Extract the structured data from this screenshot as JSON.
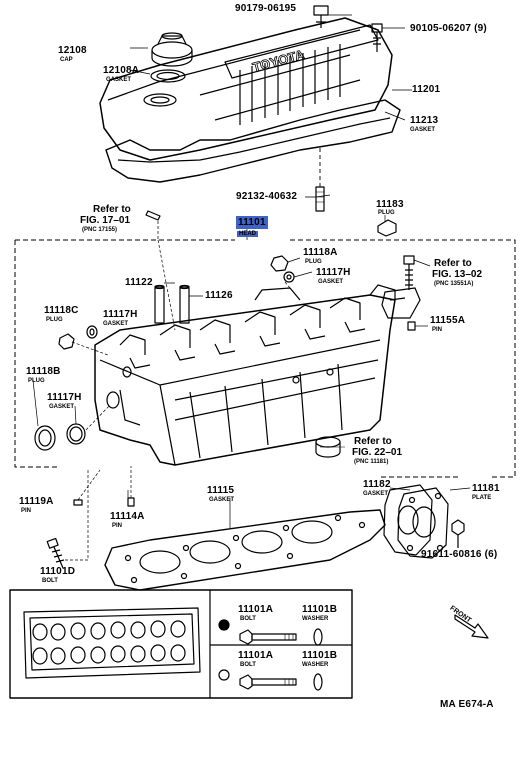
{
  "parts": {
    "p90179": {
      "num": "90179-06195"
    },
    "p90105": {
      "num": "90105-06207",
      "qty": "(9)"
    },
    "p12108": {
      "num": "12108",
      "desc": "CAP"
    },
    "p12108A": {
      "num": "12108A",
      "desc": "GASKET"
    },
    "p11201": {
      "num": "11201"
    },
    "p11213": {
      "num": "11213",
      "desc": "GASKET"
    },
    "p92132": {
      "num": "92132-40632"
    },
    "p11101": {
      "num": "11101",
      "desc": "HEAD"
    },
    "p11183": {
      "num": "11183",
      "desc": "PLUG"
    },
    "p11118A": {
      "num": "11118A",
      "desc": "PLUG"
    },
    "p11117H_top": {
      "num": "11117H",
      "desc": "GASKET"
    },
    "p11122": {
      "num": "11122"
    },
    "p11126": {
      "num": "11126"
    },
    "p11155A": {
      "num": "11155A",
      "desc": "PIN"
    },
    "p11118C": {
      "num": "11118C",
      "desc": "PLUG"
    },
    "p11117H_mid": {
      "num": "11117H",
      "desc": "GASKET"
    },
    "p11118B": {
      "num": "11118B",
      "desc": "PLUG"
    },
    "p11117H_left": {
      "num": "11117H",
      "desc": "GASKET"
    },
    "p11119A": {
      "num": "11119A",
      "desc": "PIN"
    },
    "p11114A": {
      "num": "11114A",
      "desc": "PIN"
    },
    "p11115": {
      "num": "11115",
      "desc": "GASKET"
    },
    "p11182": {
      "num": "11182",
      "desc": "GASKET"
    },
    "p11181": {
      "num": "11181",
      "desc": "PLATE"
    },
    "p91611": {
      "num": "91611-60816",
      "qty": "(6)"
    },
    "p11101D": {
      "num": "11101D",
      "desc": "BOLT"
    },
    "inset_bolt1": {
      "num": "11101A",
      "desc": "BOLT"
    },
    "inset_washer1": {
      "num": "11101B",
      "desc": "WASHER"
    },
    "inset_bolt2": {
      "num": "11101A",
      "desc": "BOLT"
    },
    "inset_washer2": {
      "num": "11101B",
      "desc": "WASHER"
    }
  },
  "refs": {
    "r17": {
      "line1": "Refer to",
      "line2": "FIG. 17–01",
      "pnc": "(PNC 17155)"
    },
    "r13": {
      "line1": "Refer to",
      "line2": "FIG. 13–02",
      "pnc": "(PNC 13551A)"
    },
    "r22": {
      "line1": "Refer to",
      "line2": "FIG. 22–01",
      "pnc": "(PNC 11181)"
    }
  },
  "misc": {
    "front": "FRONT",
    "code": "MA E674-A",
    "brand": "TOYOTA"
  },
  "colors": {
    "highlight": "#3f63c6",
    "line": "#000000",
    "paper": "#ffffff"
  }
}
